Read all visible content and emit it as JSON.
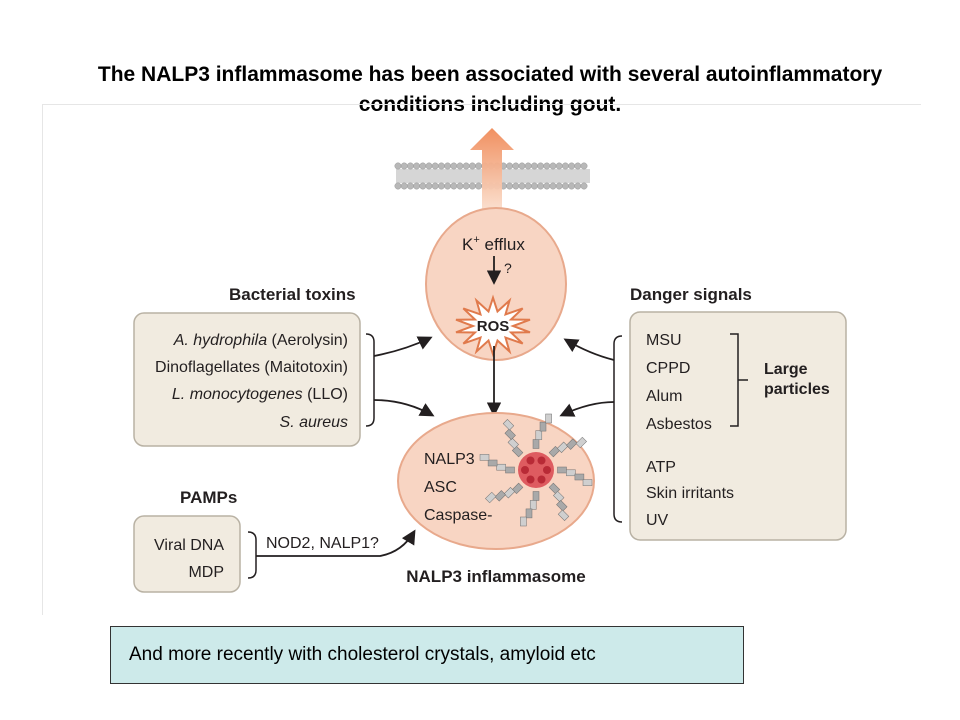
{
  "slide": {
    "title_line1": "The NALP3 inflammasome  has been associated with several autoinflammatory",
    "title_line2": "conditions including gout.",
    "footer_note": "And more recently with cholesterol crystals, amyloid etc"
  },
  "diagram": {
    "potassium_efflux": {
      "symbol": "K",
      "superscript": "+",
      "text": " efflux",
      "question": "?"
    },
    "ros_label": "ROS",
    "bacterial_toxins": {
      "heading": "Bacterial toxins",
      "items": [
        {
          "italic": "A. hydrophila",
          "plain": " (Aerolysin)"
        },
        {
          "italic": "",
          "plain": "Dinoflagellates (Maitotoxin)"
        },
        {
          "italic": "L. monocytogenes",
          "plain": " (LLO)"
        },
        {
          "italic": "S. aureus",
          "plain": ""
        }
      ]
    },
    "danger_signals": {
      "heading": "Danger signals",
      "large_particles": [
        "MSU",
        "CPPD",
        "Alum",
        "Asbestos"
      ],
      "large_particles_label_line1": "Large",
      "large_particles_label_line2": "particles",
      "other": [
        "ATP",
        "Skin irritants",
        "UV"
      ]
    },
    "pamps": {
      "heading": "PAMPs",
      "items": [
        "Viral DNA",
        "MDP"
      ],
      "receptor_label": "NOD2, NALP1?"
    },
    "inflammasome": {
      "components": [
        "NALP3",
        "ASC",
        "Caspase-"
      ],
      "label": "NALP3 inflammasome"
    },
    "colors": {
      "cell_fill": "#f8d5c3",
      "cell_stroke": "#e8a98c",
      "box_fill": "#f1ebe0",
      "box_stroke": "#b9b2a4",
      "arrow_up": "#f29a6d",
      "membrane": "#b8b8b8",
      "complex_core": "#d9454f"
    }
  }
}
